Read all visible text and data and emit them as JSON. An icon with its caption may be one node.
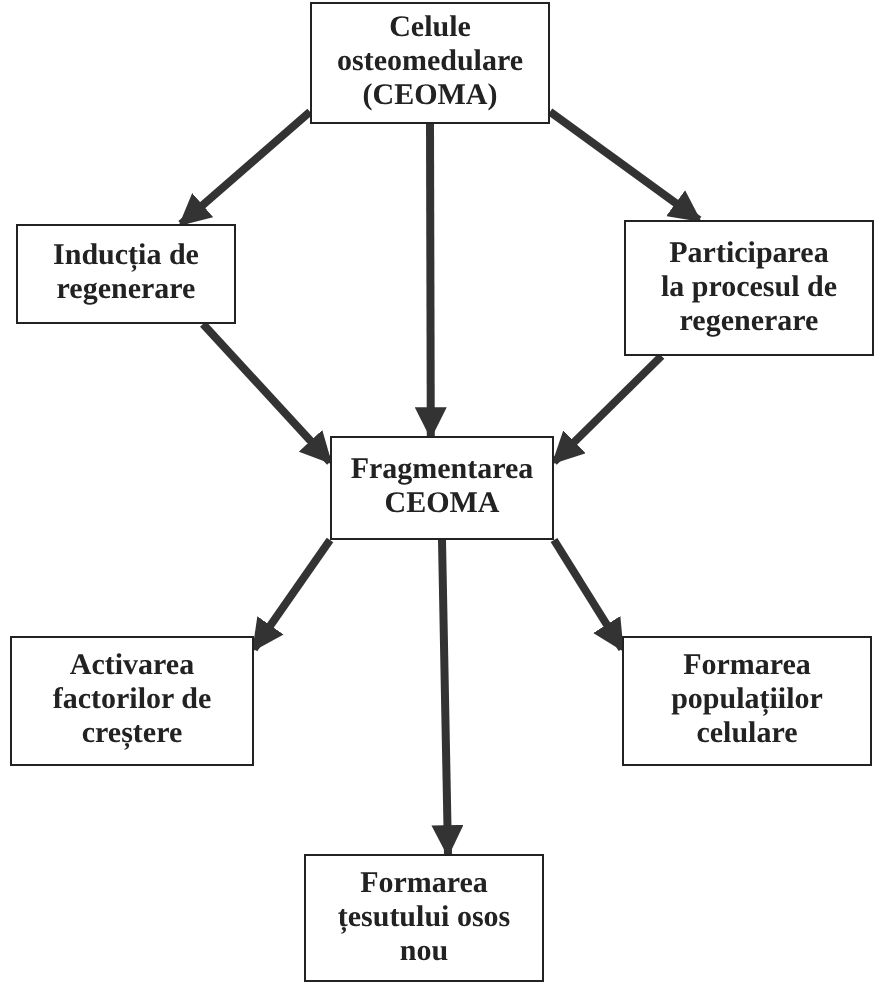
{
  "diagram": {
    "nodes": [
      {
        "text": [
          "Celule osteomedulare (CEOMA)"
        ]
      },
      {
        "text": [
          "Inducția de regenerare"
        ]
      },
      {
        "text": [
          "Participarea la procesul de regenerare"
        ]
      },
      {
        "text": [
          "Fragmentarea CEOMA"
        ]
      },
      {
        "text": [
          "Activarea factorilor de creștere"
        ]
      },
      {
        "text": [
          "Formarea populațiilor celulare"
        ]
      },
      {
        "text": [
          "Formarea țesutului osos nou"
        ]
      }
    ],
    "edges": [
      {
        "from": 0,
        "to": 1,
        "arrow": "to"
      },
      {
        "from": 0,
        "to": 3,
        "arrow": "to"
      },
      {
        "from": 0,
        "to": 2,
        "arrow": "to"
      },
      {
        "from": 1,
        "to": 3,
        "arrow": "to"
      },
      {
        "from": 2,
        "to": 3,
        "arrow": "to"
      },
      {
        "from": 3,
        "to": 4,
        "arrow": "to"
      },
      {
        "from": 3,
        "to": 6,
        "arrow": "to"
      },
      {
        "from": 3,
        "to": 5,
        "arrow": "to"
      }
    ]
  }
}
